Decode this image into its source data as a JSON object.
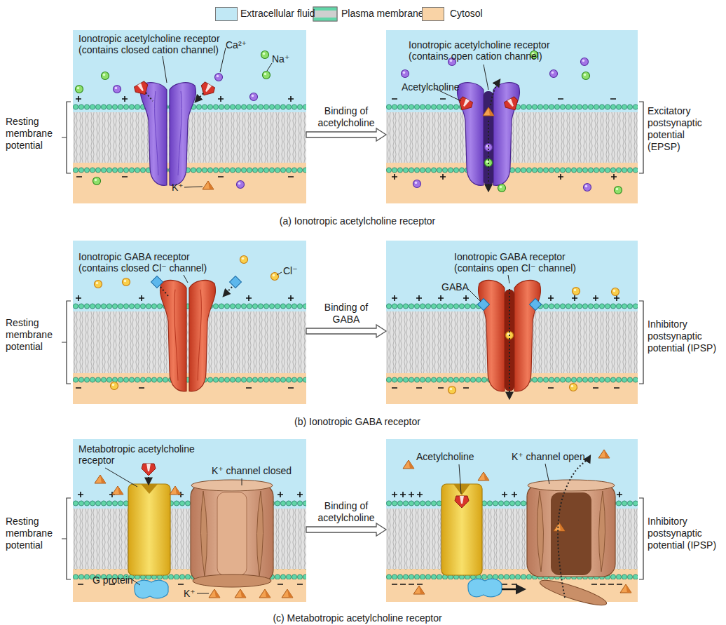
{
  "diagram": {
    "nodes": [
      {
        "text": [
          "Ionotropic acetylcholine receptor (contains closed cation channel)",
          "Ca²⁺",
          "Na⁺",
          "K⁺"
        ]
      },
      {
        "text": [
          "Ionotropic acetylcholine receptor (contains open cation channel)",
          "Acetylcholine"
        ]
      },
      {
        "text": [
          "Ionotropic GABA receptor (contains closed Cl⁻ channel)",
          "Cl⁻"
        ]
      },
      {
        "text": [
          "Ionotropic GABA receptor (contains open Cl⁻ channel)",
          "GABA"
        ]
      },
      {
        "text": [
          "Metabotropic acetylcholine receptor",
          "K⁺ channel closed",
          "G protein",
          "K⁺"
        ]
      },
      {
        "text": [
          "Acetylcholine",
          "K⁺ channel open"
        ]
      }
    ],
    "edges": [
      {
        "from": 0,
        "to": 1,
        "arrow": "to",
        "label": "Binding of acetylcholine"
      },
      {
        "from": 2,
        "to": 3,
        "arrow": "to",
        "label": "Binding of GABA"
      },
      {
        "from": 4,
        "to": 5,
        "arrow": "to",
        "label": "Binding of acetylcholine"
      }
    ],
    "labels": [
      "Resting membrane potential",
      "Excitatory postsynaptic potential (EPSP)",
      "(a) Ionotropic acetylcholine receptor",
      "Resting membrane potential",
      "Inhibitory postsynaptic potential (IPSP)",
      "(b) Ionotropic GABA receptor",
      "Resting membrane potential",
      "Inhibitory postsynaptic potential (IPSP)",
      "(c) Metabotropic acetylcholine receptor"
    ],
    "legend": [
      {
        "text": "Extracellular fluid",
        "color": "#c1e8f5"
      },
      {
        "text": "Plasma membrane"
      },
      {
        "text": "Cytosol",
        "color": "#f9d3a6"
      }
    ]
  }
}
